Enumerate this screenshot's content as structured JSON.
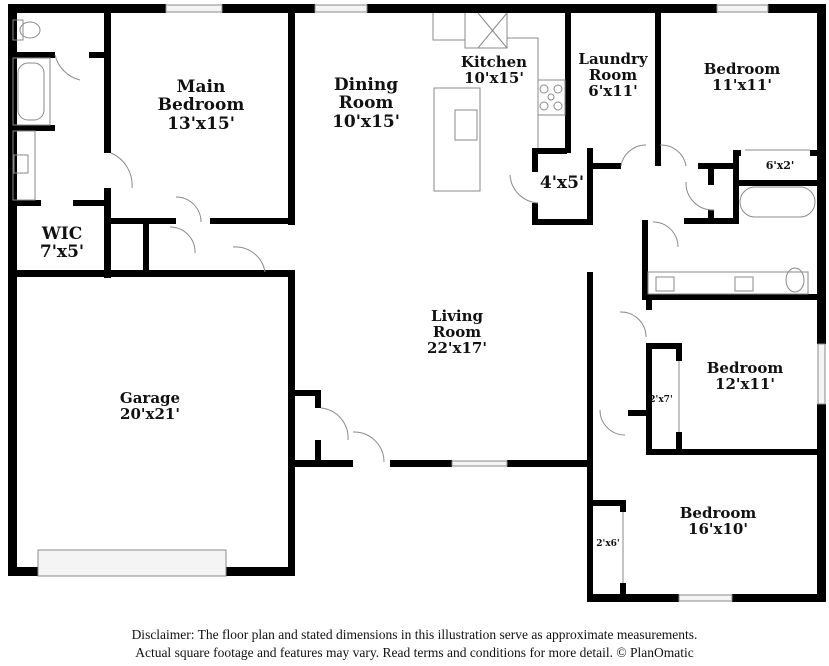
{
  "floor_plan": {
    "rooms": [
      {
        "id": "main-bedroom",
        "name": "Main Bedroom",
        "name_lines": [
          "Main",
          "Bedroom"
        ],
        "dimensions": "13'x15'"
      },
      {
        "id": "wic",
        "name": "WIC",
        "name_lines": [
          "WIC"
        ],
        "dimensions": "7'x5'"
      },
      {
        "id": "dining-room",
        "name": "Dining Room",
        "name_lines": [
          "Dining",
          "Room"
        ],
        "dimensions": "10'x15'"
      },
      {
        "id": "kitchen",
        "name": "Kitchen",
        "name_lines": [
          "Kitchen"
        ],
        "dimensions": "10'x15'"
      },
      {
        "id": "pantry",
        "name": "",
        "name_lines": [],
        "dimensions": "4'x5'"
      },
      {
        "id": "laundry-room",
        "name": "Laundry Room",
        "name_lines": [
          "Laundry",
          "Room"
        ],
        "dimensions": "6'x11'"
      },
      {
        "id": "bedroom-ne",
        "name": "Bedroom",
        "name_lines": [
          "Bedroom"
        ],
        "dimensions": "11'x11'"
      },
      {
        "id": "closet-ne",
        "name": "",
        "name_lines": [],
        "dimensions": "6'x2'"
      },
      {
        "id": "living-room",
        "name": "Living Room",
        "name_lines": [
          "Living",
          "Room"
        ],
        "dimensions": "22'x17'"
      },
      {
        "id": "garage",
        "name": "Garage",
        "name_lines": [
          "Garage"
        ],
        "dimensions": "20'x21'"
      },
      {
        "id": "bedroom-e",
        "name": "Bedroom",
        "name_lines": [
          "Bedroom"
        ],
        "dimensions": "12'x11'"
      },
      {
        "id": "closet-e",
        "name": "",
        "name_lines": [],
        "dimensions": "2'x7'"
      },
      {
        "id": "bedroom-se",
        "name": "Bedroom",
        "name_lines": [
          "Bedroom"
        ],
        "dimensions": "16'x10'"
      },
      {
        "id": "closet-se",
        "name": "",
        "name_lines": [],
        "dimensions": "2'x6'"
      }
    ],
    "fixtures": [
      "toilet-icon",
      "bathtub-icon",
      "sink-icon",
      "range-icon",
      "island-sink-icon",
      "garage-door"
    ],
    "colors": {
      "wall": "#000000",
      "fixture_line": "#8a8a8a",
      "window_fill": "#f4f4f4",
      "background": "#ffffff"
    }
  },
  "disclaimer": {
    "line1": "Disclaimer: The floor plan and stated dimensions in this illustration serve as approximate measurements.",
    "line2": "Actual square footage and features may vary. Read terms and conditions for more detail. © PlanOmatic"
  }
}
